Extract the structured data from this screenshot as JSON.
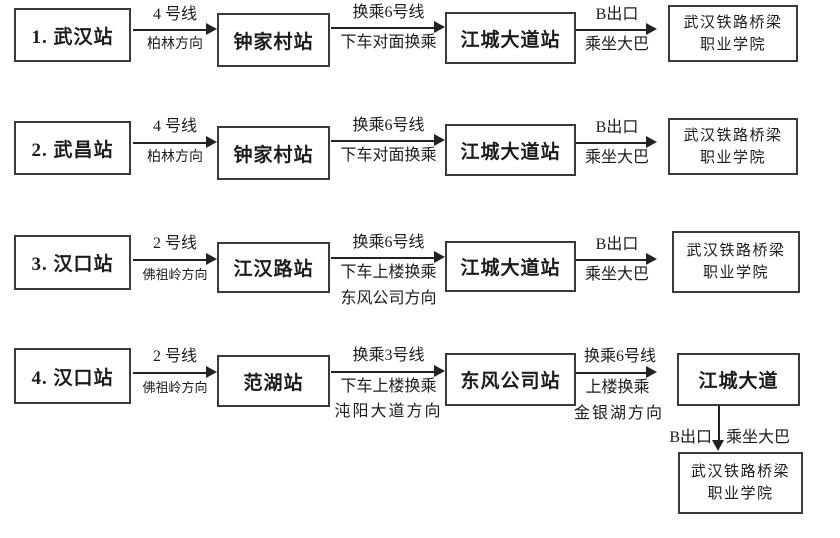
{
  "routes": [
    {
      "start": "1. 武汉站",
      "seg1_line": "4 号线",
      "seg1_dir": "柏林方向",
      "station2": "钟家村站",
      "seg2_line": "换乘6号线",
      "seg2_note": "下车对面换乘",
      "station3": "江城大道站",
      "seg3_line": "B出口",
      "seg3_note": "乘坐大巴",
      "dest1": "武汉铁路桥梁",
      "dest2": "职业学院"
    },
    {
      "start": "2. 武昌站",
      "seg1_line": "4 号线",
      "seg1_dir": "柏林方向",
      "station2": "钟家村站",
      "seg2_line": "换乘6号线",
      "seg2_note": "下车对面换乘",
      "station3": "江城大道站",
      "seg3_line": "B出口",
      "seg3_note": "乘坐大巴",
      "dest1": "武汉铁路桥梁",
      "dest2": "职业学院"
    },
    {
      "start": "3. 汉口站",
      "seg1_line": "2 号线",
      "seg1_dir": "佛祖岭方向",
      "station2": "江汉路站",
      "seg2_line": "换乘6号线",
      "seg2_note": "下车上楼换乘",
      "seg2_dir": "东风公司方向",
      "station3": "江城大道站",
      "seg3_line": "B出口",
      "seg3_note": "乘坐大巴",
      "dest1": "武汉铁路桥梁",
      "dest2": "职业学院"
    },
    {
      "start": "4. 汉口站",
      "seg1_line": "2 号线",
      "seg1_dir": "佛祖岭方向",
      "station2": "范湖站",
      "seg2_line": "换乘3号线",
      "seg2_note": "下车上楼换乘",
      "seg2_dir": "沌阳大道方向",
      "station3": "东风公司站",
      "seg3_line": "换乘6号线",
      "seg3_note": "上楼换乘",
      "seg3_dir": "金银湖方向",
      "station4": "江城大道",
      "exit_label": "B出口",
      "bus_label": "乘坐大巴",
      "dest1": "武汉铁路桥梁",
      "dest2": "职业学院"
    }
  ]
}
